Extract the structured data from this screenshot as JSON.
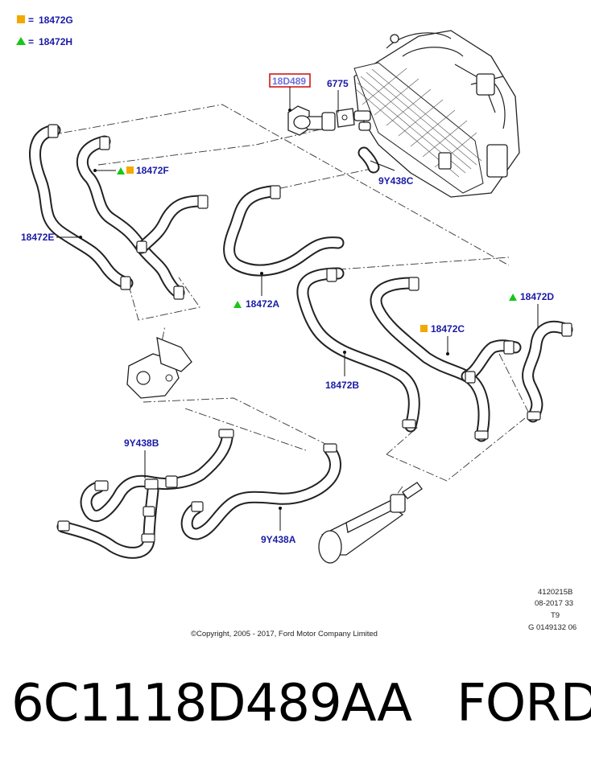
{
  "legend": [
    {
      "symbol": "square",
      "color": "#f2a900",
      "eq": "=",
      "part": "18472G"
    },
    {
      "symbol": "triangle",
      "color": "#19c619",
      "eq": "=",
      "part": "18472H"
    }
  ],
  "callouts": {
    "p18D489": "18D489",
    "p6775": "6775",
    "p9Y438C": "9Y438C",
    "p18472F": "18472F",
    "p18472E": "18472E",
    "p18472A": "18472A",
    "p18472D": "18472D",
    "p18472C": "18472C",
    "p18472B": "18472B",
    "p9Y438B": "9Y438B",
    "p9Y438A": "9Y438A"
  },
  "highlight_color": "#d01818",
  "label_color": "#1a1aa6",
  "ref_block": [
    "4120215B",
    "08-2017 33",
    "T9",
    "G 0149132 06"
  ],
  "copyright": "©Copyright, 2005 - 2017, Ford Motor Company Limited",
  "title": {
    "part_number": "6C1118D489AA",
    "brand": "FORD"
  }
}
